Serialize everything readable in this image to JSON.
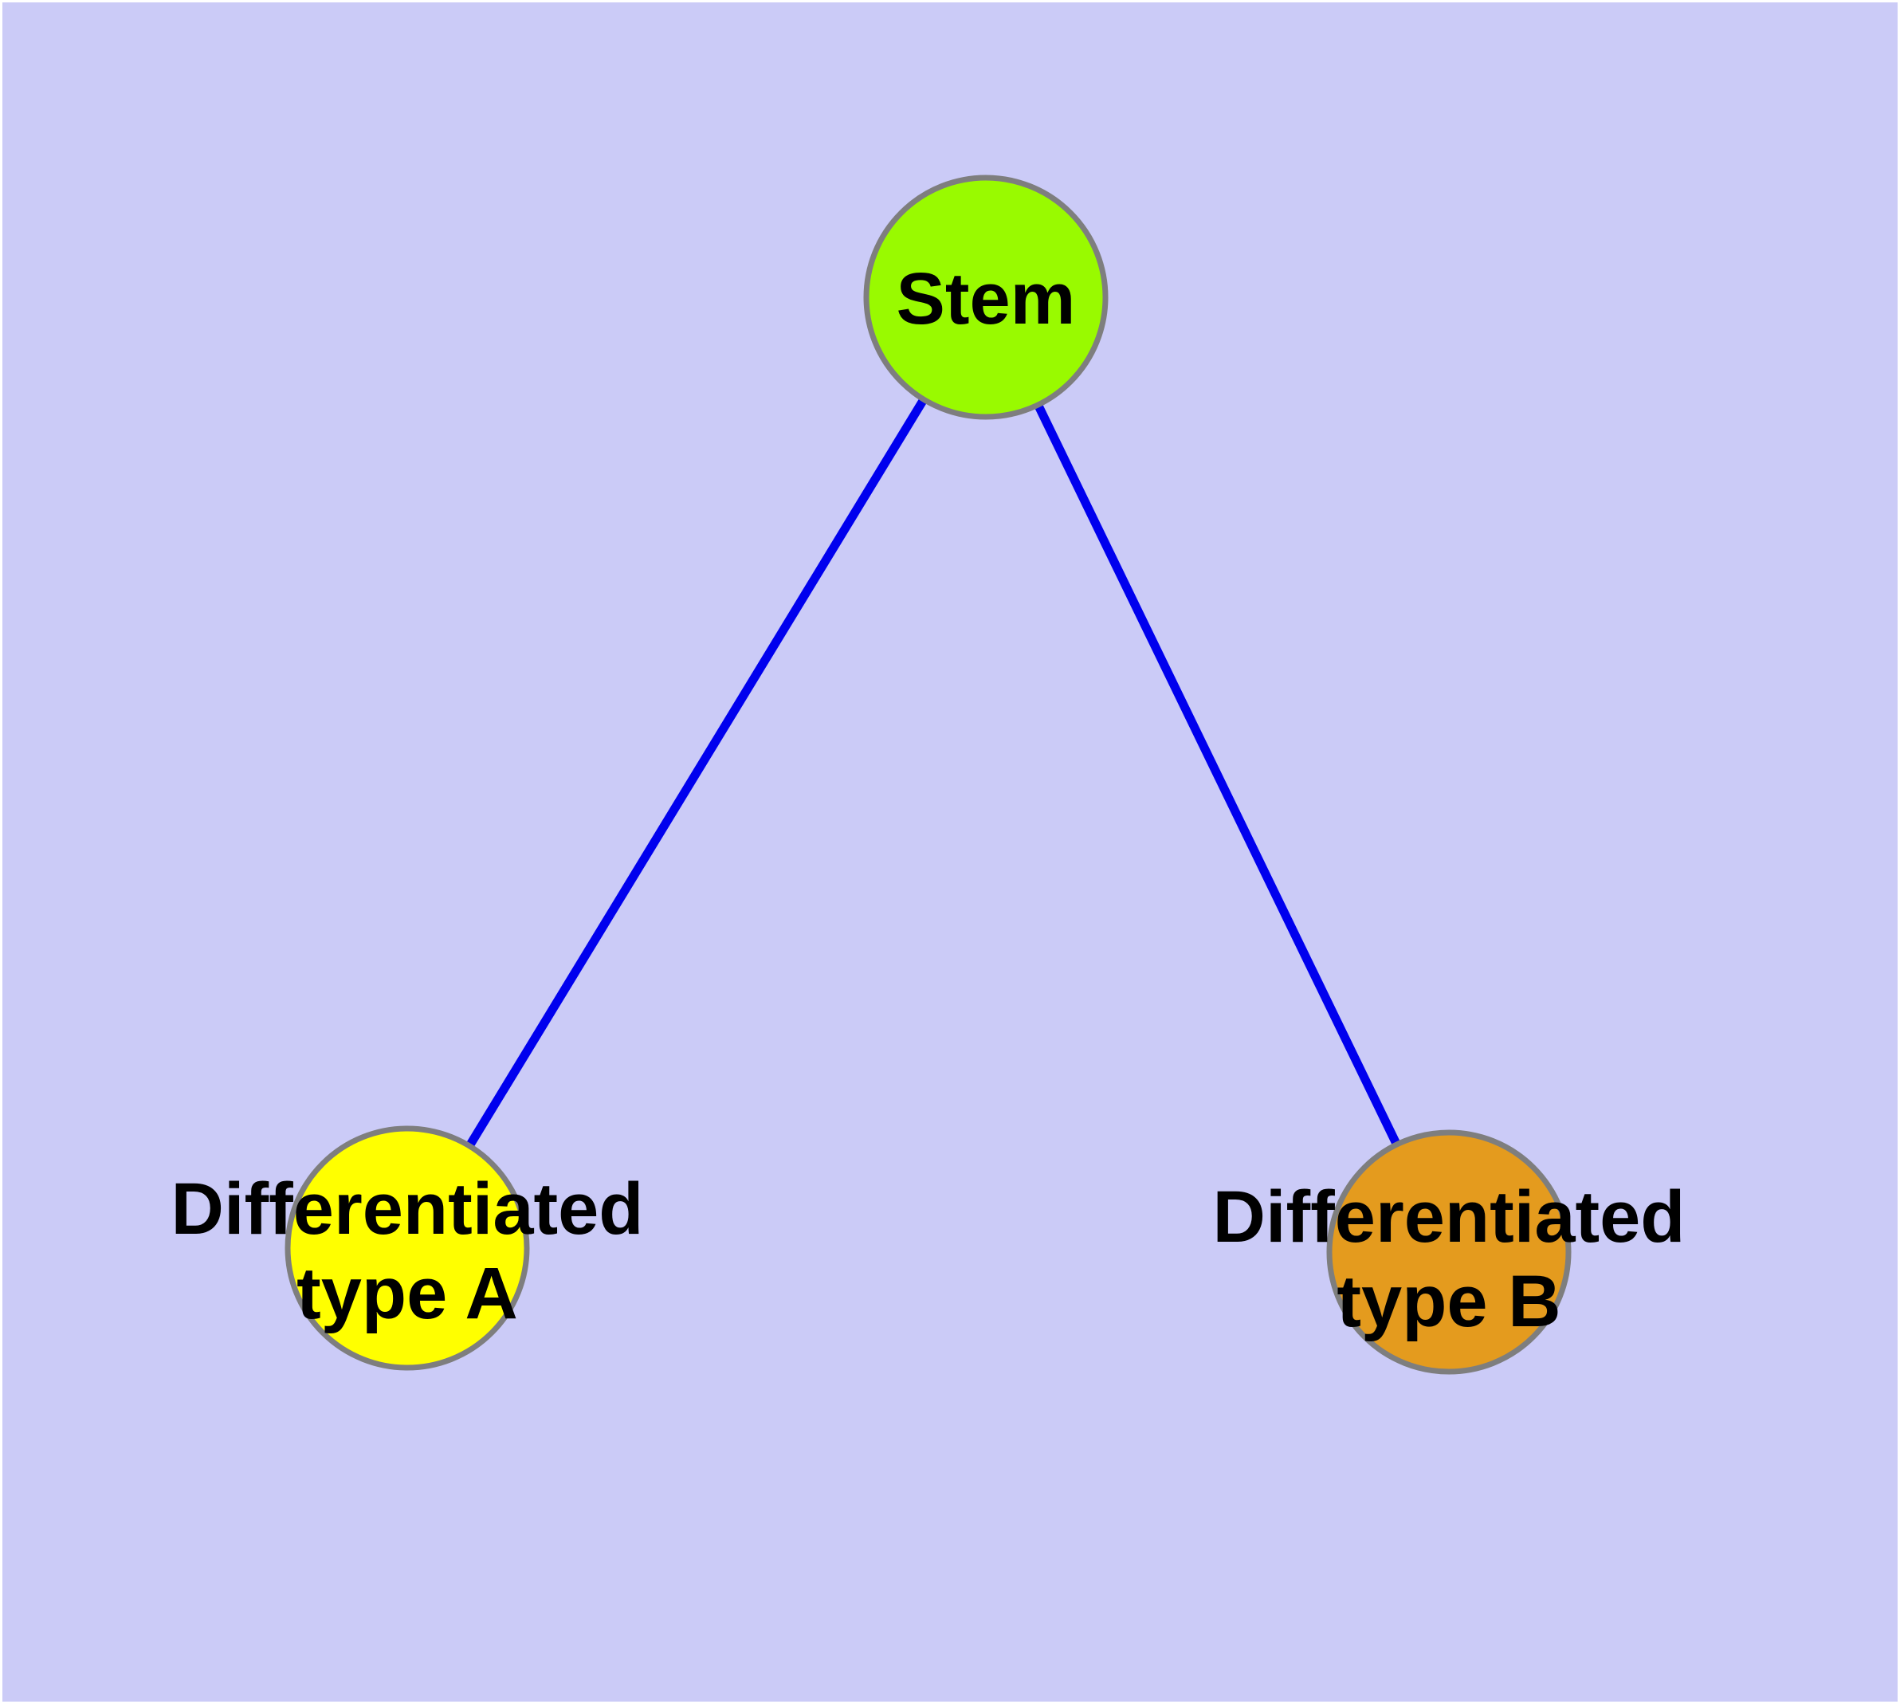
{
  "diagram": {
    "type": "graph",
    "description": "Cell differentiation hierarchy graph: a Stem node connected by edges to two differentiated cell type nodes",
    "colors": {
      "background": "#CBCBF7",
      "frame": "#FFFFFF",
      "edge": "#0000EE",
      "node_border": "#7E7E7E",
      "label_text": "#000000"
    },
    "nodes": [
      {
        "id": "stem",
        "label": "Stem",
        "label_lines": [
          "Stem"
        ],
        "color": "#99FA00"
      },
      {
        "id": "type_a",
        "label": "Differentiated type A",
        "label_lines": [
          "Differentiated",
          "type A"
        ],
        "color": "#FFFF00"
      },
      {
        "id": "type_b",
        "label": "Differentiated type B",
        "label_lines": [
          "Differentiated",
          "type B"
        ],
        "color": "#E49B1E"
      }
    ],
    "edges": [
      {
        "from": "Stem",
        "to": "Differentiated type A"
      },
      {
        "from": "Stem",
        "to": "Differentiated type B"
      }
    ]
  }
}
